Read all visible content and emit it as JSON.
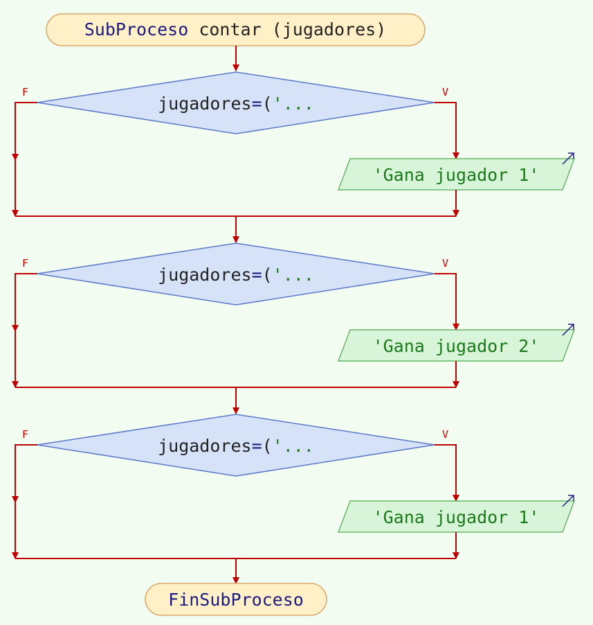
{
  "start": {
    "keyword": "SubProceso",
    "rest": " contar (jugadores)"
  },
  "end": {
    "label": "FinSubProceso"
  },
  "decisions": [
    {
      "var": "jugadores",
      "op": "=",
      "paren": "(",
      "str": "'",
      "ellipsis": "...",
      "false_label": "F",
      "true_label": "V",
      "output": "'Gana jugador 1'"
    },
    {
      "var": "jugadores",
      "op": "=",
      "paren": "(",
      "str": "'",
      "ellipsis": "...",
      "false_label": "F",
      "true_label": "V",
      "output": "'Gana jugador 2'"
    },
    {
      "var": "jugadores",
      "op": "=",
      "paren": "(",
      "str": "'",
      "ellipsis": "...",
      "false_label": "F",
      "true_label": "V",
      "output": "'Gana jugador 1'"
    }
  ],
  "colors": {
    "background": "#f3fcf0",
    "line": "#c00000",
    "keyword": "#1a1a80",
    "string": "#1a7a1a",
    "text": "#222222",
    "terminal_fill": "#fff0c8",
    "terminal_stroke": "#d9a86a",
    "decision_fill": "#d6e2f8",
    "decision_stroke": "#5a78c8",
    "output_fill": "#d9f5d9",
    "output_stroke": "#4ea84e",
    "output_arrow": "#1a1a80"
  }
}
